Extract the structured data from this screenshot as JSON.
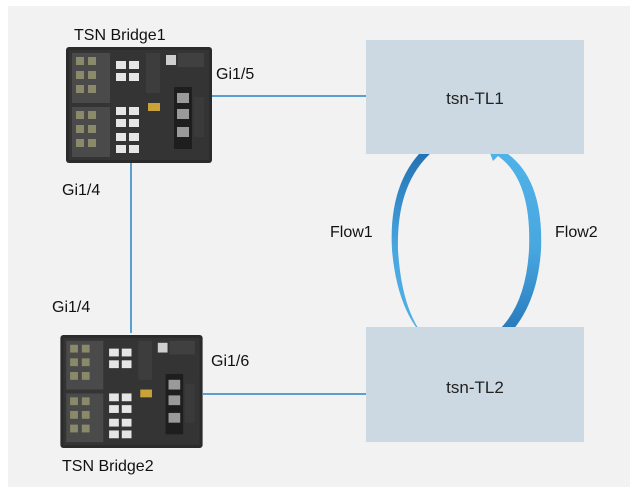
{
  "diagram": {
    "bridges": [
      {
        "id": "bridge1",
        "label": "TSN Bridge1"
      },
      {
        "id": "bridge2",
        "label": "TSN Bridge2"
      }
    ],
    "endpoints": [
      {
        "id": "tl1",
        "label": "tsn-TL1"
      },
      {
        "id": "tl2",
        "label": "tsn-TL2"
      }
    ],
    "ports": {
      "b1_to_tl1": "Gi1/5",
      "b1_to_b2": "Gi1/4",
      "b2_to_b1": "Gi1/4",
      "b2_to_tl2": "Gi1/6"
    },
    "flows": [
      {
        "id": "flow1",
        "label": "Flow1",
        "direction": "tsn-TL1 to tsn-TL2"
      },
      {
        "id": "flow2",
        "label": "Flow2",
        "direction": "tsn-TL2 to tsn-TL1"
      }
    ],
    "colors": {
      "background": "#f2f2f2",
      "endpoint_fill": "#ccd9e2",
      "link_line": "#5a9fd0",
      "arrow_dark": "#1f6db0",
      "arrow_light": "#4fb4e8",
      "switch_body": "#2b2b2b"
    }
  }
}
